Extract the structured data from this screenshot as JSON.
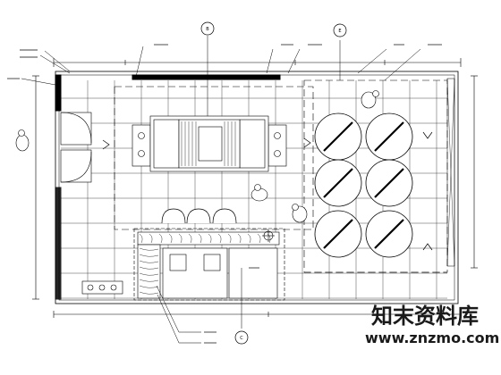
{
  "drawing": {
    "type": "interior floor plan",
    "line_color": "#000000",
    "background": "#ffffff",
    "callout_bubbles": [
      "B",
      "E",
      "C"
    ]
  },
  "watermark": {
    "cn": "知末资料库",
    "url": "www.znzmo.com",
    "color": "#1a1a1a"
  }
}
